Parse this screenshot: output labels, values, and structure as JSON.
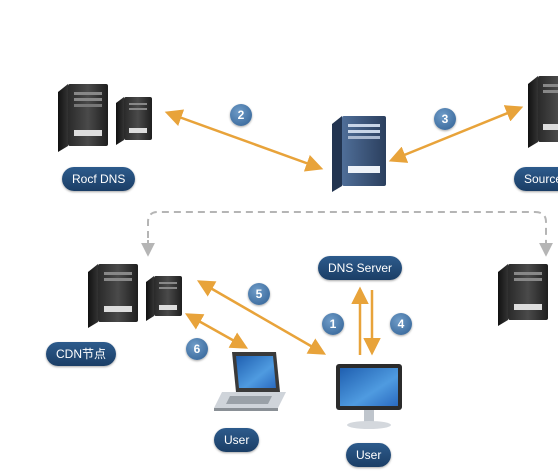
{
  "nodes": {
    "root_dns": {
      "label": "Rocf DNS"
    },
    "source": {
      "label": "Source"
    },
    "dns_server": {
      "label": "DNS Server"
    },
    "cdn_node": {
      "label": "CDN节点"
    },
    "laptop_user": {
      "label": "User"
    },
    "desktop_user": {
      "label": "User"
    }
  },
  "steps": [
    "1",
    "2",
    "3",
    "4",
    "5",
    "6"
  ],
  "colors": {
    "arrow": "#e8a33a",
    "dashed_link": "#b5b5b5",
    "badge": "#3b6ea5",
    "label_pill": "#234a78"
  }
}
